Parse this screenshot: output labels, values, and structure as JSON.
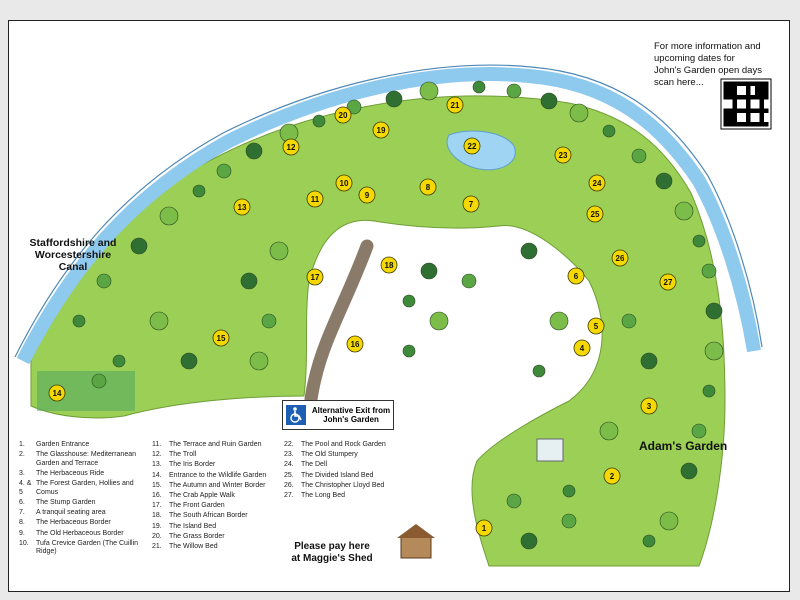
{
  "info_text": "For more information and\nupcoming dates  for\nJohn's Garden open days\nscan here...",
  "canal_label": "Staffordshire and\nWorcestershire\nCanal",
  "adams_garden_label": "Adam's Garden",
  "pay_label": "Please pay here\nat Maggie's Shed",
  "exit_label": "Alternative Exit from\nJohn's Garden",
  "icons": {
    "exit": "wheelchair-icon",
    "qr": "qr-code-icon"
  },
  "colors": {
    "marker": "#f5d800",
    "water": "#8ec9ee",
    "grass": "#9bcf55",
    "path": "#8a7a6a"
  },
  "markers": [
    "1",
    "2",
    "3",
    "4",
    "5",
    "6",
    "7",
    "8",
    "9",
    "10",
    "11",
    "12",
    "13",
    "14",
    "15",
    "16",
    "17",
    "18",
    "19",
    "20",
    "21",
    "22",
    "23",
    "24",
    "25",
    "26",
    "27"
  ],
  "legend_columns": [
    [
      {
        "num": "1.",
        "name": "Garden Entrance"
      },
      {
        "num": "2.",
        "name": "The Glasshouse: Mediterranean Garden and Terrace"
      },
      {
        "num": "3.",
        "name": "The Herbaceous Ride"
      },
      {
        "num": "4. & 5",
        "name": "The Forest Garden, Hollies and Comus"
      },
      {
        "num": "6.",
        "name": "The Stump Garden"
      },
      {
        "num": "7.",
        "name": "A tranquil seating area"
      },
      {
        "num": "8.",
        "name": "The Herbaceous Border"
      },
      {
        "num": "9.",
        "name": "The Old Herbaceous Border"
      },
      {
        "num": "10.",
        "name": "Tufa Crevice Garden (The Cuillin Ridge)"
      }
    ],
    [
      {
        "num": "11.",
        "name": "The Terrace and Ruin Garden"
      },
      {
        "num": "12.",
        "name": "The Troll"
      },
      {
        "num": "13.",
        "name": "The Iris Border"
      },
      {
        "num": "14.",
        "name": "Entrance to the Wildlife Garden"
      },
      {
        "num": "15.",
        "name": "The Autumn and Winter Border"
      },
      {
        "num": "16.",
        "name": "The Crab Apple Walk"
      },
      {
        "num": "17.",
        "name": "The Front Garden"
      },
      {
        "num": "18.",
        "name": "The South African Border"
      },
      {
        "num": "19.",
        "name": "The Island Bed"
      },
      {
        "num": "20.",
        "name": "The Grass Border"
      },
      {
        "num": "21.",
        "name": "The Willow Bed"
      }
    ],
    [
      {
        "num": "22.",
        "name": "The Pool and Rock Garden"
      },
      {
        "num": "23.",
        "name": "The Old Stumpery"
      },
      {
        "num": "24.",
        "name": "The Dell"
      },
      {
        "num": "25.",
        "name": "The Divided Island Bed"
      },
      {
        "num": "26.",
        "name": "The Christopher Lloyd Bed"
      },
      {
        "num": "27.",
        "name": "The Long Bed"
      }
    ]
  ]
}
